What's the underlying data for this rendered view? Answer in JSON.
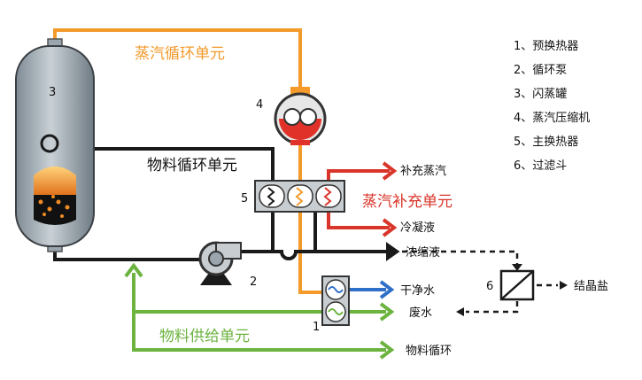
{
  "legend": [
    "1、预换热器",
    "2、循环泵",
    "3、闪蒸罐",
    "4、蒸汽压缩机",
    "5、主换热器",
    "6、过滤斗"
  ],
  "units": {
    "steam_cycle": "蒸汽循环单元",
    "material_cycle": "物料循环单元",
    "steam_makeup": "蒸汽补充单元",
    "material_supply": "物料供给单元"
  },
  "streams": {
    "makeup_steam": "补充蒸汽",
    "condensate": "冷凝液",
    "concentrate": "浓缩液",
    "clean_water": "干净水",
    "waste_water": "废水",
    "material_cycle": "物料循环",
    "crystal_salt": "结晶盐"
  },
  "equipment_numbers": {
    "preheater": "1",
    "pump": "2",
    "flash_tank": "3",
    "compressor": "4",
    "main_exchanger": "5",
    "filter": "6"
  },
  "colors": {
    "steam": "#f39a2b",
    "material": "#1a1a1a",
    "makeup": "#d9352a",
    "supply": "#6cb33f",
    "water": "#2f6fc7",
    "tank": "#8e9aa3"
  }
}
